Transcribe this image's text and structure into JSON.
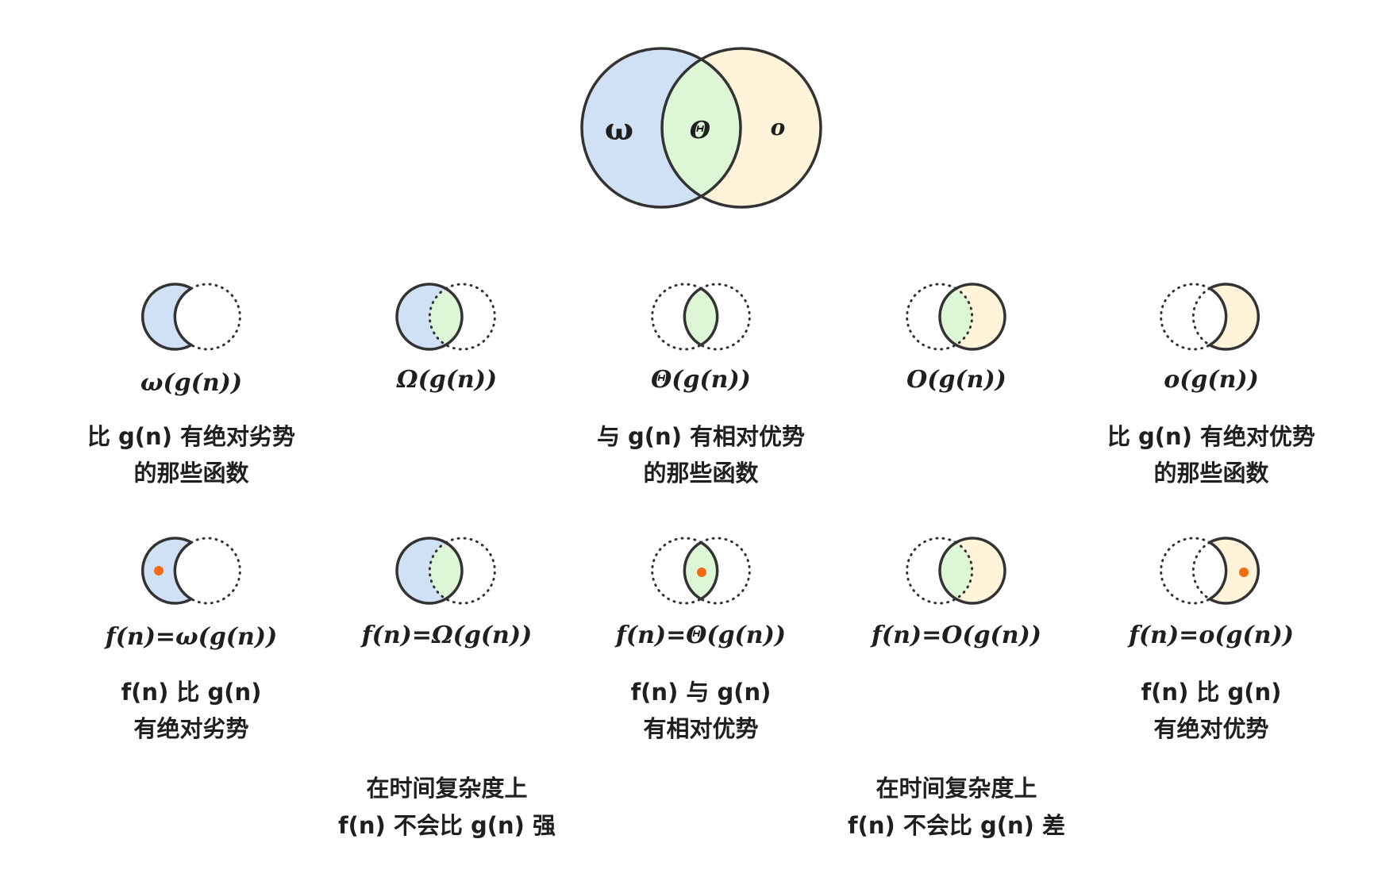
{
  "colors": {
    "omega_small": "#D0E1F5",
    "theta": "#DDF7D6",
    "o_small": "#FFF3D9",
    "stroke": "#333333",
    "marker": "#F26A13"
  },
  "top_venn": {
    "left_label": "ω",
    "center_label": "Θ",
    "right_label": "o"
  },
  "sets": [
    {
      "id": "omega-small",
      "set_label": "ω(g(n))",
      "set_desc": [
        "比 g(n) 有绝对劣势",
        "的那些函数"
      ],
      "formula": "f(n)=ω(g(n))",
      "formula_desc": [
        "f(n) 比 g(n)",
        "有绝对劣势"
      ],
      "highlight": "left-crescent",
      "has_marker": true
    },
    {
      "id": "omega-big",
      "set_label": "Ω(g(n))",
      "set_desc": [],
      "formula": "f(n)=Ω(g(n))",
      "formula_desc": [],
      "highlight": "left-full",
      "has_marker": false
    },
    {
      "id": "theta",
      "set_label": "Θ(g(n))",
      "set_desc": [
        "与 g(n) 有相对优势",
        "的那些函数"
      ],
      "formula": "f(n)=Θ(g(n))",
      "formula_desc": [
        "f(n) 与 g(n)",
        "有相对优势"
      ],
      "highlight": "lens",
      "has_marker": true
    },
    {
      "id": "o-big",
      "set_label": "O(g(n))",
      "set_desc": [],
      "formula": "f(n)=O(g(n))",
      "formula_desc": [],
      "highlight": "right-full",
      "has_marker": false
    },
    {
      "id": "o-small",
      "set_label": "o(g(n))",
      "set_desc": [
        "比 g(n) 有绝对优势",
        "的那些函数"
      ],
      "formula": "f(n)=o(g(n))",
      "formula_desc": [
        "f(n) 比 g(n)",
        "有绝对优势"
      ],
      "highlight": "right-crescent",
      "has_marker": true
    }
  ],
  "bottom_notes": [
    {
      "lines": [
        "在时间复杂度上",
        "f(n) 不会比 g(n) 强"
      ]
    },
    {
      "lines": [
        "在时间复杂度上",
        "f(n) 不会比 g(n) 差"
      ]
    }
  ]
}
